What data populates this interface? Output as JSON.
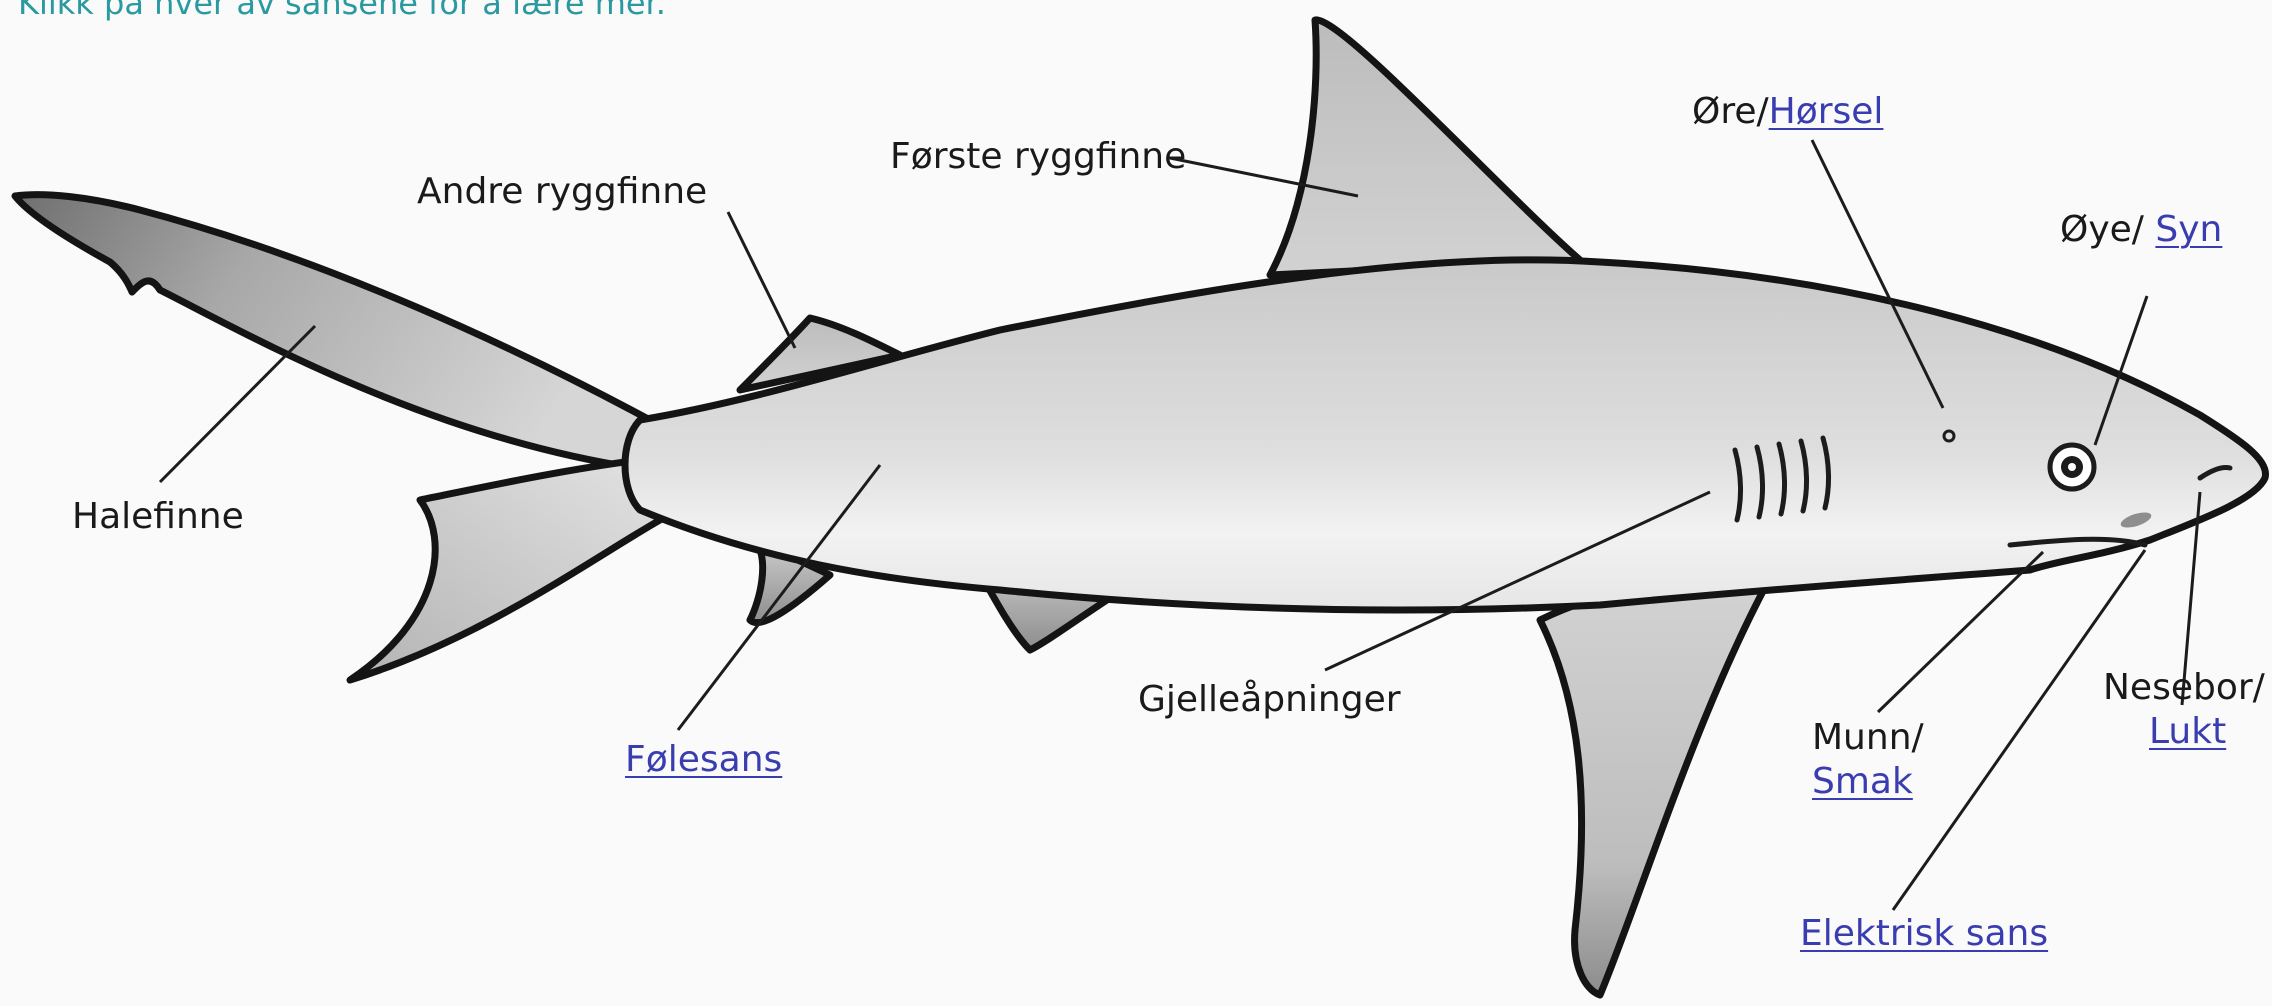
{
  "intro": "Klikk på hver av sansene for å lære mer.",
  "labels": {
    "halefinne": "Halefinne",
    "andre_ryggfinne": "Andre ryggfinne",
    "forste_ryggfinne": "Første ryggfinne",
    "ore_prefix": "Øre/",
    "ore_link": "Hørsel",
    "oye_prefix": "Øye/",
    "oye_link": "Syn",
    "folesans": "Følesans",
    "gjelle": "Gjelleåpninger",
    "munn_prefix": "Munn/",
    "munn_link": "Smak",
    "nesebor_prefix": "Nesebor/",
    "nesebor_link": "Lukt",
    "elektrisk": "Elektrisk sans"
  },
  "colors": {
    "intro_text": "#2a9aa0",
    "link": "#3a3db0",
    "label": "#1a1a1a",
    "outline": "#141414",
    "shark_dark": "#7d7d7d",
    "shark_mid": "#c2c2c2",
    "shark_light": "#f1f1f1"
  }
}
